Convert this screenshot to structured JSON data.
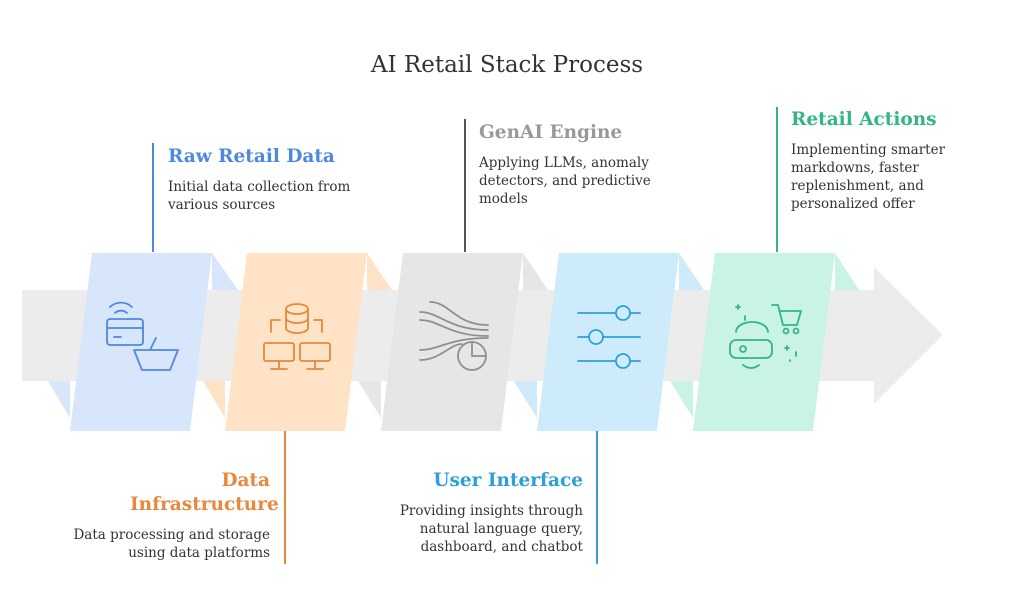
{
  "title": "AI Retail Stack Process",
  "stages": [
    {
      "name": "Raw Retail Data",
      "description": "Initial data collection from various sources",
      "color": "#4f88e0",
      "fill": "#d8e6fb",
      "icon": "wifi-card-basket-icon"
    },
    {
      "name": "Data Infrastructure",
      "description": "Data processing and storage using data platforms",
      "color": "#e8883a",
      "fill": "#ffe3c7",
      "icon": "database-network-icon"
    },
    {
      "name": "GenAI Engine",
      "description": "Applying LLMs, anomaly detectors, and predictive models",
      "color": "#999999",
      "fill": "#ececec",
      "icon": "flow-pie-chart-icon"
    },
    {
      "name": "User Interface",
      "description": "Providing insights through natural language query, dashboard, and chatbot",
      "color": "#2e9fd8",
      "fill": "#cdebfb",
      "icon": "sliders-icon"
    },
    {
      "name": "Retail Actions",
      "description": "Implementing smarter markdowns, faster replenishment, and personalized offer",
      "color": "#34b586",
      "fill": "#c9f3e3",
      "icon": "vr-shopping-cart-icon"
    }
  ]
}
